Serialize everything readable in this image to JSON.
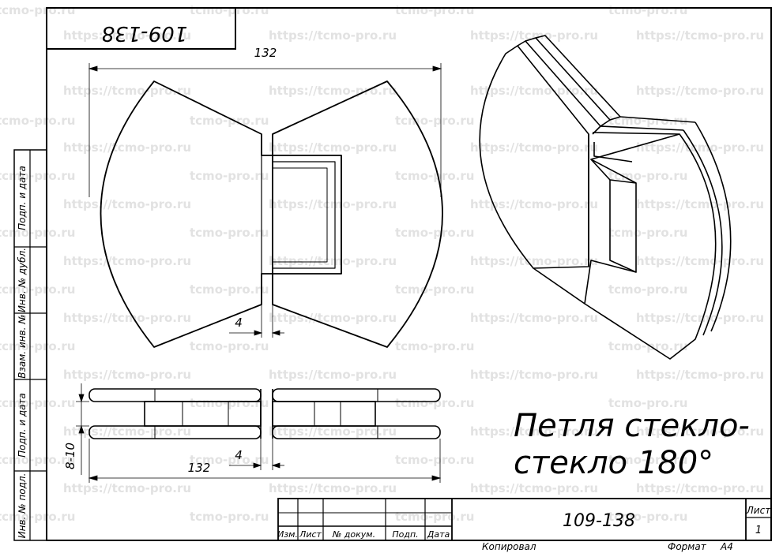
{
  "drawing": {
    "number": "109-138",
    "title_line1": "Петля стекло-",
    "title_line2": "стекло 180°"
  },
  "dimensions": {
    "width_top": "132",
    "width_bottom": "132",
    "gap_top": "4",
    "gap_bottom": "4",
    "glass_thickness": "8-10"
  },
  "left_margin": {
    "labels": [
      "Подп. и дата",
      "Инв. № дубл.",
      "Взам. инв. №",
      "Подп. и дата",
      "Инв. № подл."
    ]
  },
  "title_block": {
    "col_izm": "Изм.",
    "col_list": "Лист",
    "col_doc": "№ докум.",
    "col_podp": "Подп.",
    "col_date": "Дата",
    "list_label": "Лист",
    "list_number": "1",
    "copied": "Копировал",
    "format_label": "Формат",
    "format_value": "А4"
  },
  "watermark": {
    "text_full": "https://tcmo-pro.ru",
    "text_short": "tcmo-pro.ru"
  }
}
